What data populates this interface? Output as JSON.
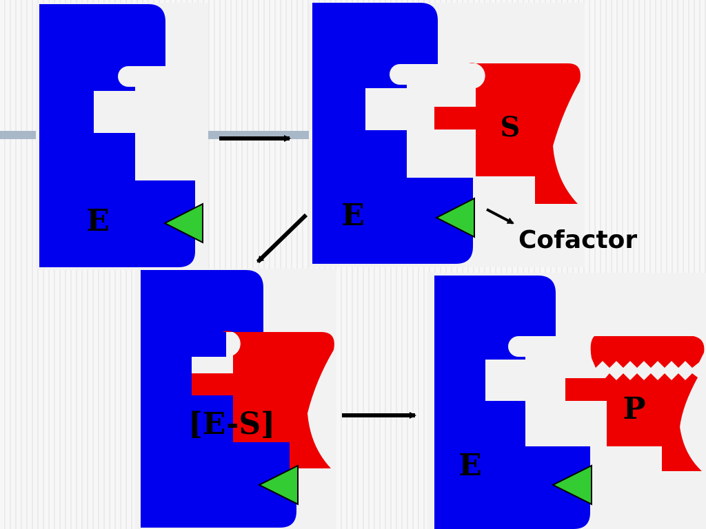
{
  "labels": {
    "e_free": "E",
    "e_top": "E",
    "substrate": "S",
    "cofactor": "Cofactor",
    "complex": "[E-S]",
    "e_product": "E",
    "product": "P"
  },
  "colors": {
    "enzyme": "#0000ee",
    "substrate": "#ee0000",
    "cofactor": "#33cc33",
    "arrow": "#000000"
  }
}
